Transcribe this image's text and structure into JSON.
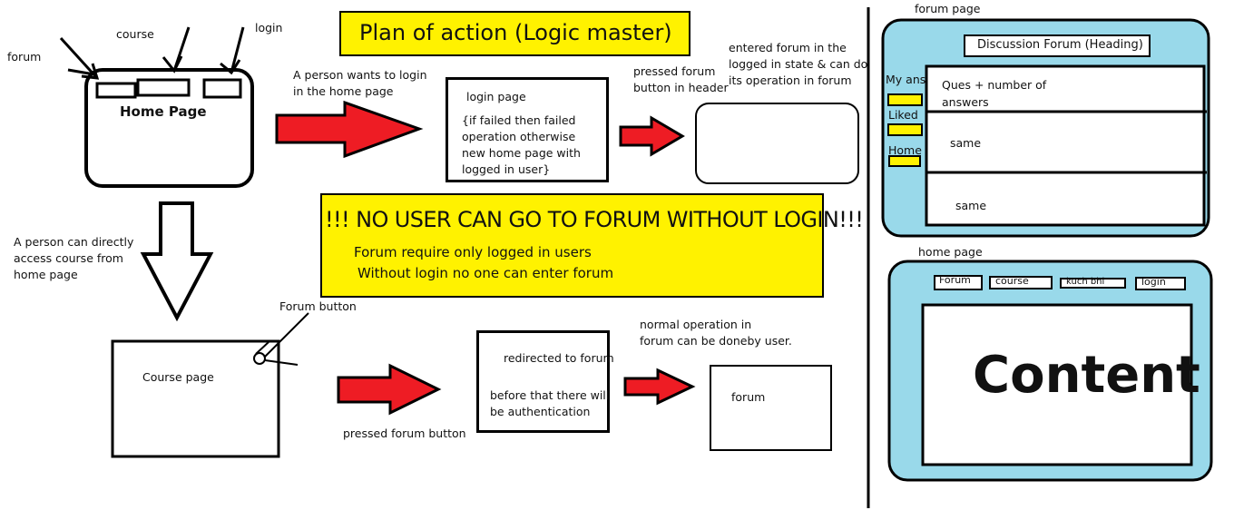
{
  "colors": {
    "arrow_red": "#ee1c24",
    "highlight_yellow": "#fff200",
    "panel_blue": "#99d9ea",
    "line": "#000000"
  },
  "title": "Plan of action (Logic master)",
  "home_sketch": {
    "label": "Home Page",
    "forum_label": "forum",
    "course_label": "course",
    "login_label": "login"
  },
  "flow_top": {
    "step1_text_line1": "A person wants to login",
    "step1_text_line2": "in the home page",
    "login_box_title": "login page",
    "login_box_line1": "{if failed then failed",
    "login_box_line2": "operation otherwise",
    "login_box_line3": "new home page with",
    "login_box_line4": "logged in user}",
    "pressed_forum_line1": "pressed forum",
    "pressed_forum_line2": "button in header",
    "entered_line1": "entered forum in the",
    "entered_line2": "logged in state & can do",
    "entered_line3": "its operation in forum"
  },
  "warning": {
    "headline": "!!! NO USER CAN GO TO FORUM WITHOUT LOGIN!!!",
    "line1": "Forum require only logged in users",
    "line2": "Without login no one can enter forum"
  },
  "flow_bottom": {
    "direct_line1": "A person can directly",
    "direct_line2": "access course from",
    "direct_line3": "home page",
    "forum_button_label": "Forum button",
    "course_page_label": "Course page",
    "pressed_button": "pressed forum button",
    "redirect_line1": "redirected to forum",
    "redirect_line2": "before that there will",
    "redirect_line3": "be authentication",
    "normal_line1": "normal operation in",
    "normal_line2": "forum can be doneby user.",
    "forum_box_label": "forum"
  },
  "forum_page": {
    "caption": "forum page",
    "heading": "Discussion Forum (Heading)",
    "side_my_ans": "My ans",
    "side_liked": "Liked",
    "side_home": "Home",
    "row1_line1": "Ques + number of",
    "row1_line2": "answers",
    "row2": "same",
    "row3": "same"
  },
  "home_page": {
    "caption": "home page",
    "nav_forum": "Forum",
    "nav_course": "course",
    "nav_kuch": "kuch bhi",
    "nav_login": "login",
    "content": "Content"
  }
}
